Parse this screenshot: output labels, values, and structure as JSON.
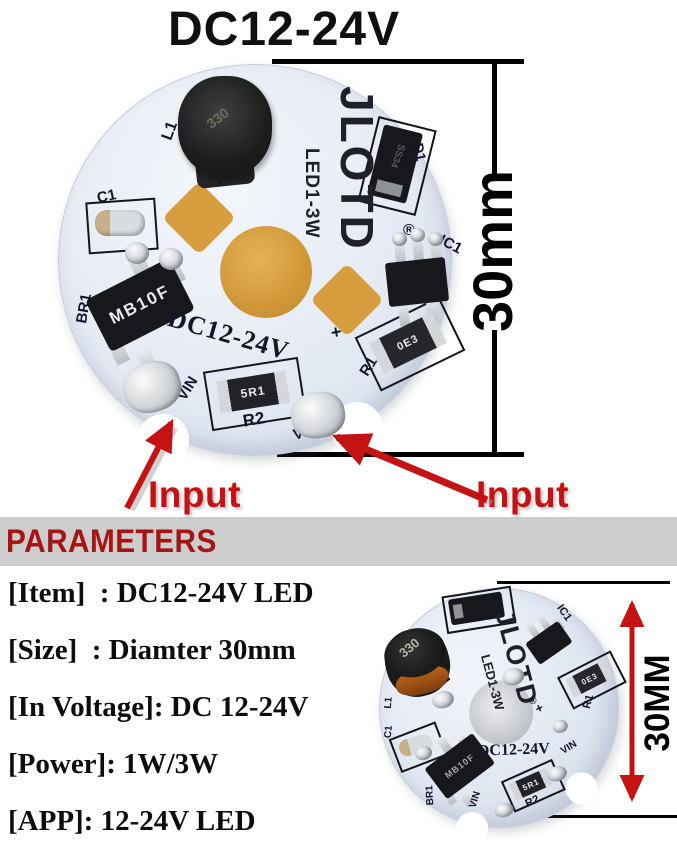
{
  "title": "DC12-24V",
  "photo1": {
    "dimension_label": "30mm",
    "input_label_left": "Input",
    "input_label_right": "Input"
  },
  "photo2": {
    "dimension_label": "30MM"
  },
  "board": {
    "brand": "JLOTD",
    "model": "LED1-3W",
    "reg_mark": "®",
    "voltage_silkscreen": "DC12-24V",
    "plus_mark": "+",
    "minus_mark": "-",
    "refs": {
      "inductor": "L1",
      "capacitor": "C1",
      "diode": "D1",
      "ic": "IC1",
      "resistor1": "R1",
      "resistor2": "R2",
      "bridge": "BR1",
      "vin": "VIN"
    },
    "markings": {
      "inductor": "330",
      "bridge": "MB10F",
      "diode": "SS34",
      "resistor1": "0E3",
      "resistor2": "5R1"
    }
  },
  "parameters": {
    "header": "PARAMETERS",
    "rows": [
      "[Item]  : DC12-24V LED",
      "[Size]  : Diamter 30mm",
      "[In Voltage]: DC 12-24V",
      "[Power]: 1W/3W",
      "[APP]: 12-24V LED"
    ]
  },
  "colors": {
    "accent_red": "#c51212",
    "header_red": "#a61414",
    "header_bar_gray": "#cdcdcd",
    "pcb_pad_gold": "#d89d3e"
  }
}
